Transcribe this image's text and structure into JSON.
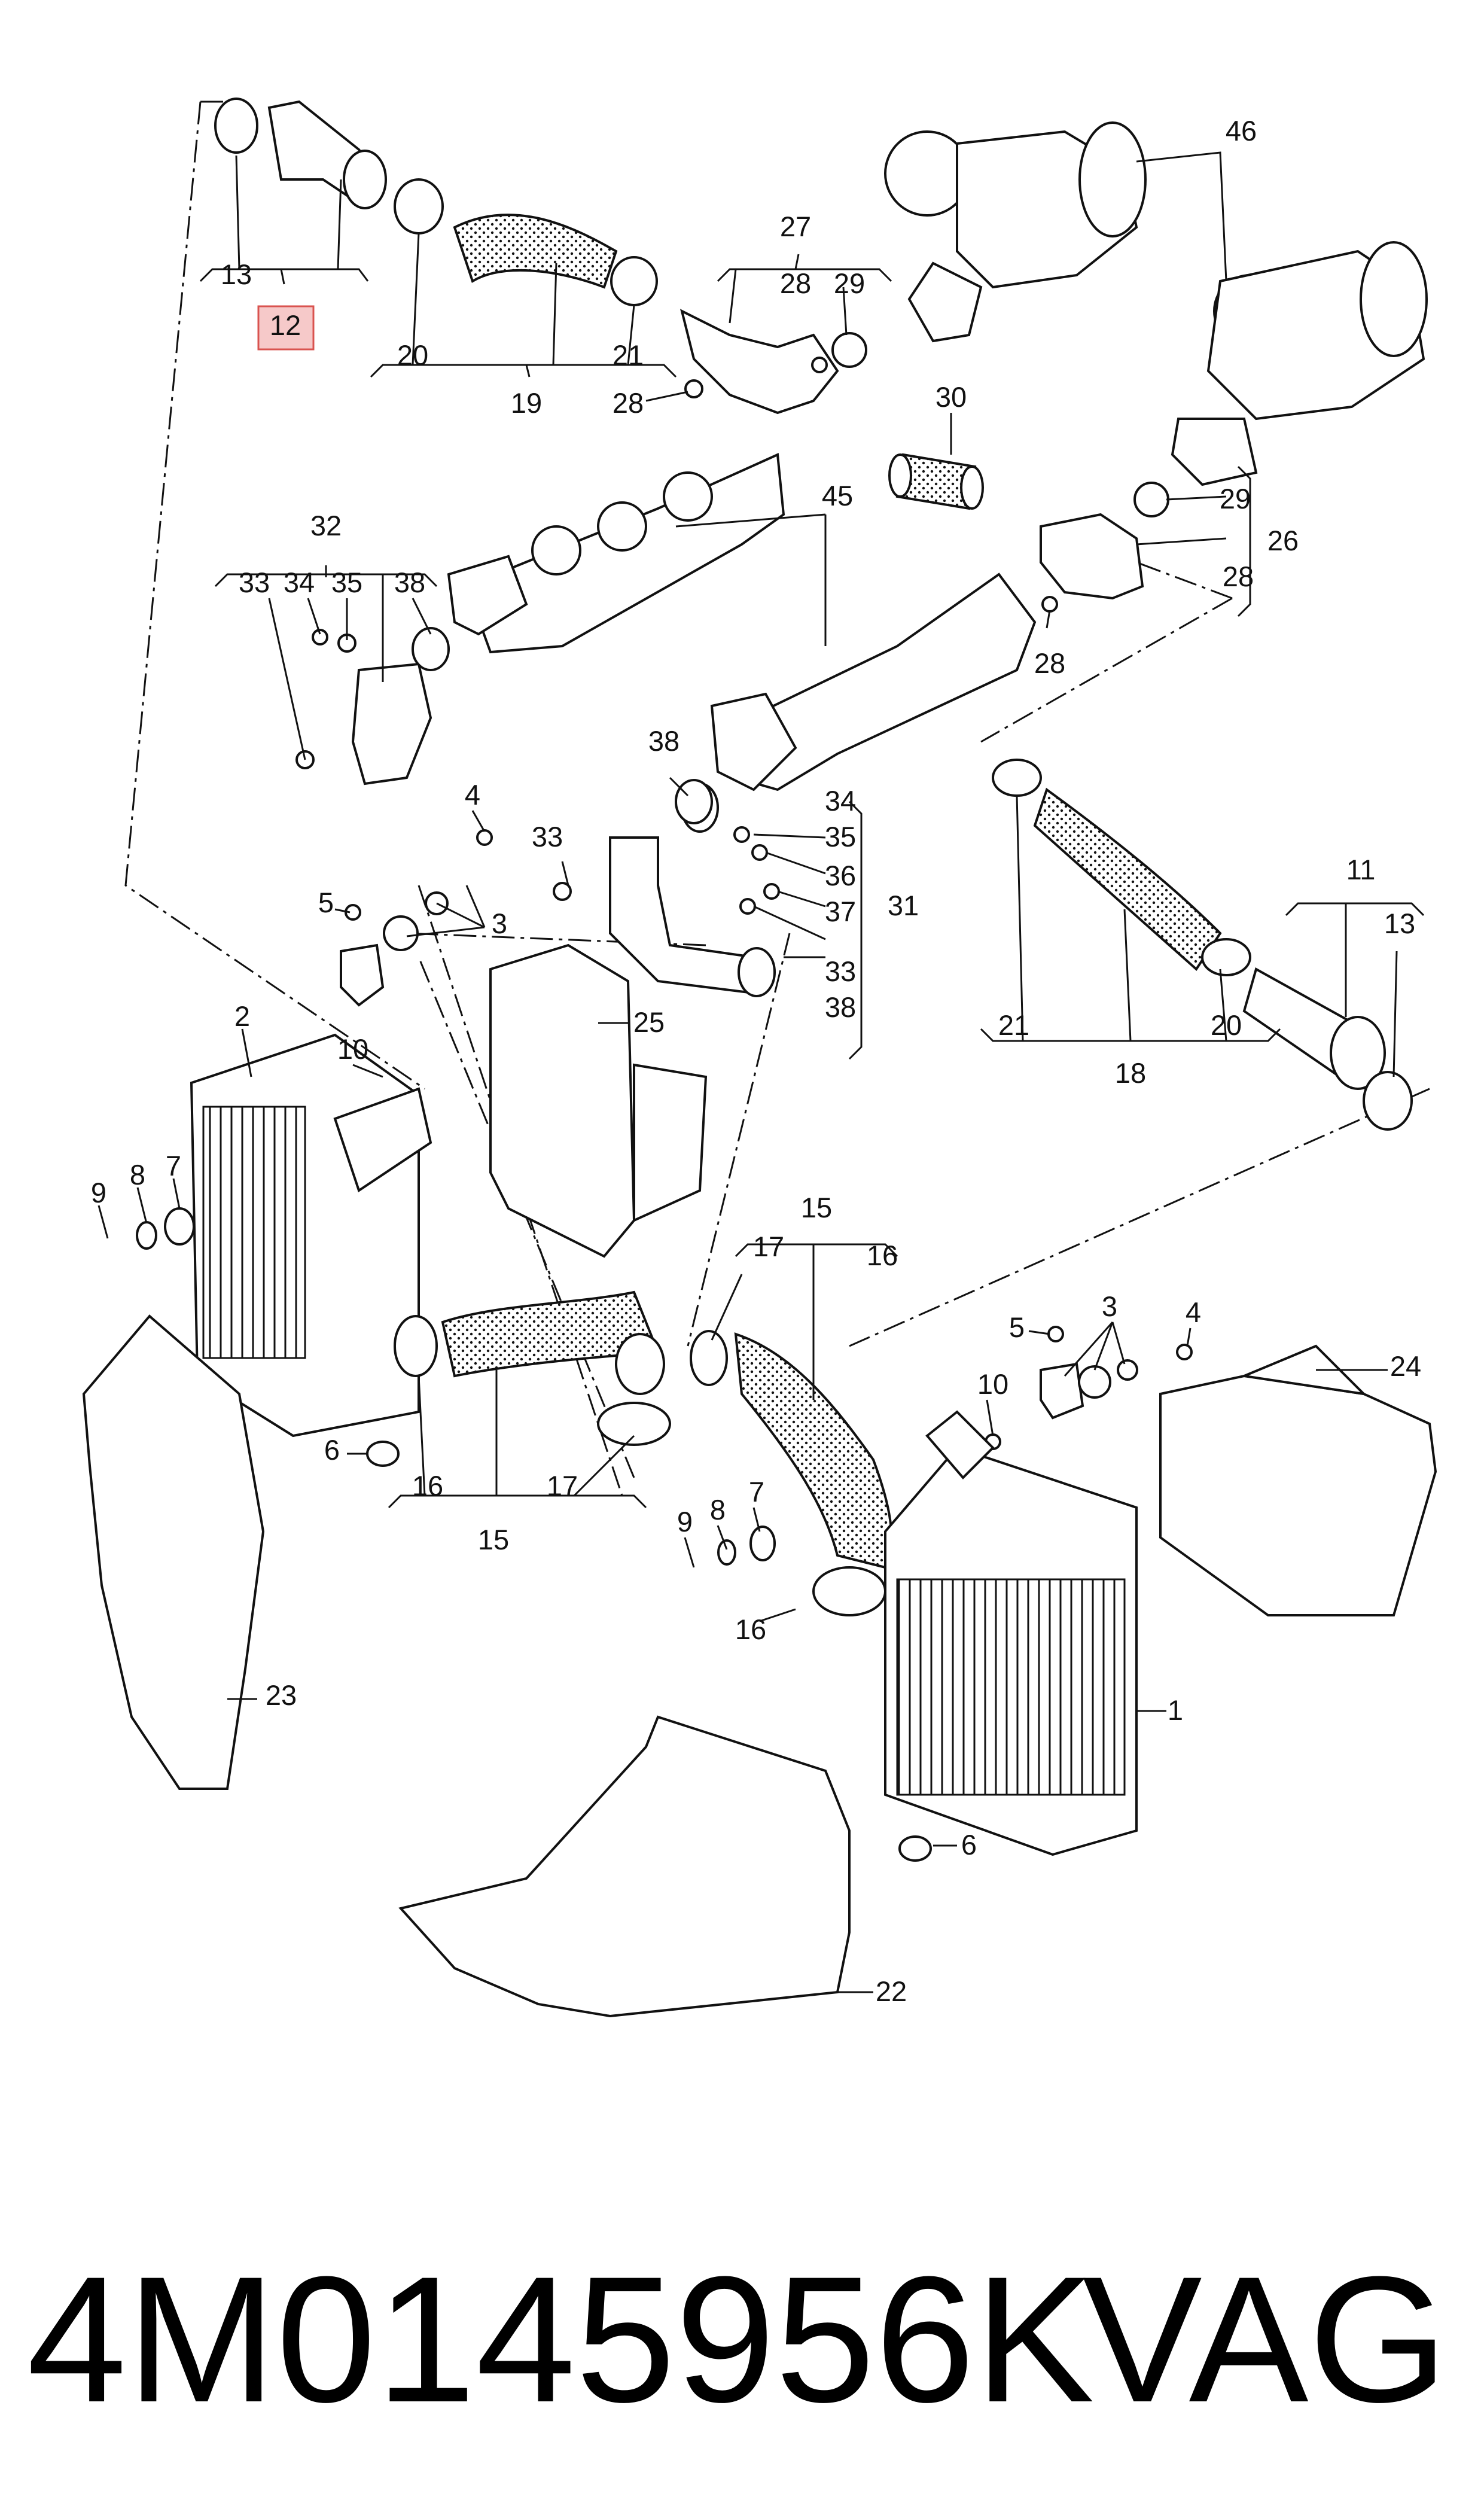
{
  "diagram": {
    "highlighted_callout": "12",
    "callouts": [
      "1",
      "2",
      "3",
      "4",
      "5",
      "6",
      "7",
      "8",
      "9",
      "10",
      "11",
      "12",
      "13",
      "15",
      "16",
      "17",
      "18",
      "19",
      "20",
      "21",
      "22",
      "23",
      "24",
      "25",
      "26",
      "27",
      "28",
      "29",
      "30",
      "31",
      "32",
      "33",
      "34",
      "35",
      "36",
      "37",
      "38",
      "45",
      "46"
    ],
    "label_positions": {}
  },
  "footer": {
    "part_number": "4M0145956K",
    "brand": "VAG"
  }
}
